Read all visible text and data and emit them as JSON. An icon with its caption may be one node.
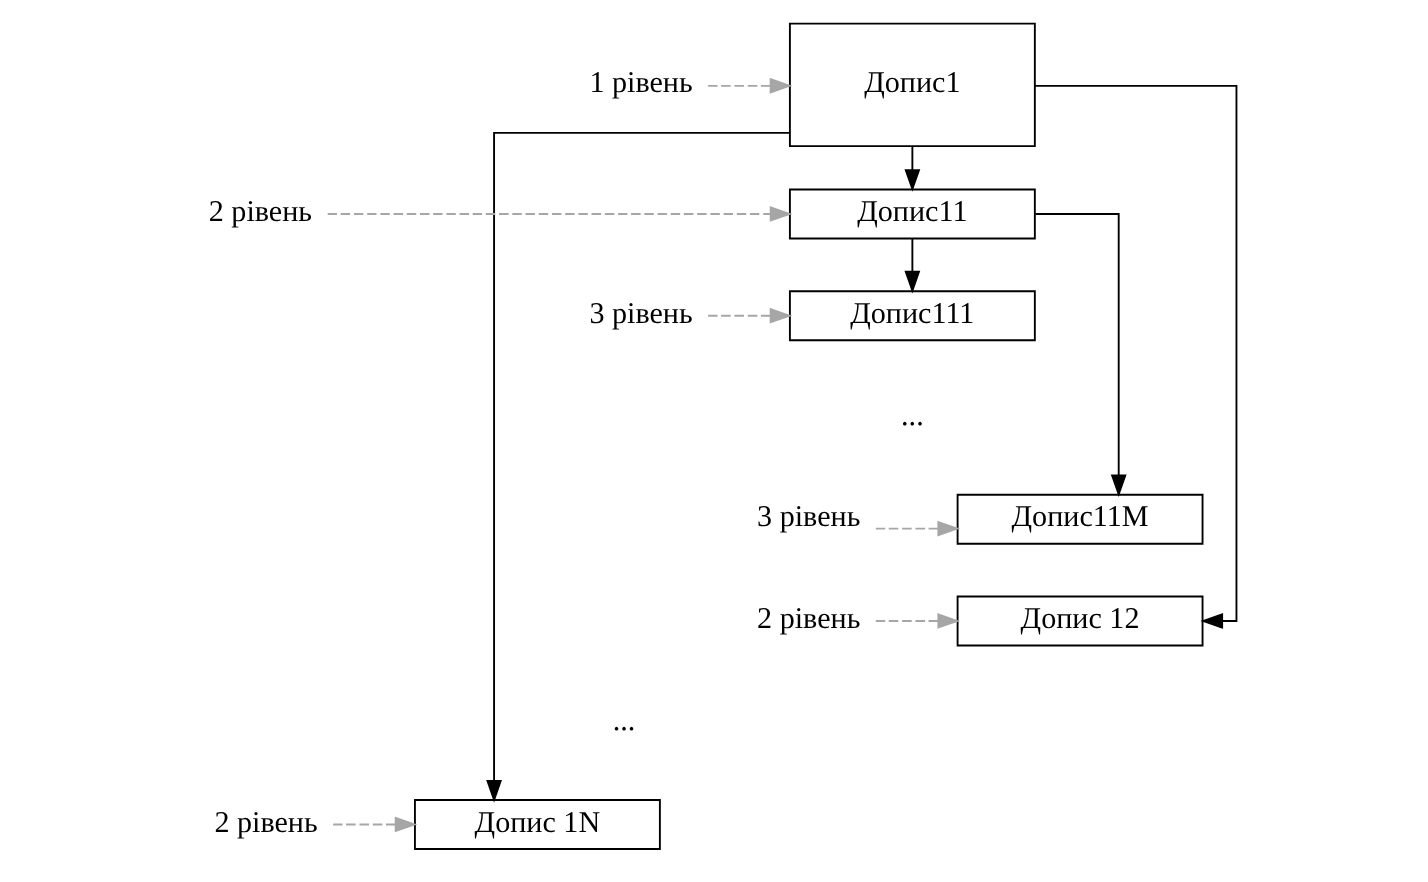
{
  "diagram": {
    "nodes": [
      {
        "text": [
          "Допис1"
        ]
      },
      {
        "text": [
          "Допис11"
        ]
      },
      {
        "text": [
          "Допис111"
        ]
      },
      {
        "text": [
          "Допис11M"
        ]
      },
      {
        "text": [
          "Допис 12"
        ]
      },
      {
        "text": [
          "Допис 1N"
        ]
      },
      {
        "text": [
          "1 рівень"
        ]
      },
      {
        "text": [
          "2 рівень"
        ]
      },
      {
        "text": [
          "3 рівень"
        ]
      },
      {
        "text": [
          "3 рівень"
        ]
      },
      {
        "text": [
          "2 рівень"
        ]
      },
      {
        "text": [
          "2 рівень"
        ]
      }
    ],
    "edges": [
      {
        "from": 0,
        "to": 1,
        "arrow": "to",
        "color": "#000000"
      },
      {
        "from": 1,
        "to": 2,
        "arrow": "to",
        "color": "#000000"
      },
      {
        "from": 1,
        "to": 3,
        "arrow": "to",
        "color": "#000000"
      },
      {
        "from": 0,
        "to": 4,
        "arrow": "to",
        "color": "#000000"
      },
      {
        "from": 0,
        "to": 5,
        "arrow": "to",
        "color": "#000000"
      },
      {
        "from": 6,
        "to": 0,
        "arrow": "to",
        "style": "dashed",
        "color": "#a6a6a6"
      },
      {
        "from": 7,
        "to": 1,
        "arrow": "to",
        "style": "dashed",
        "color": "#a6a6a6"
      },
      {
        "from": 8,
        "to": 2,
        "arrow": "to",
        "style": "dashed",
        "color": "#a6a6a6"
      },
      {
        "from": 9,
        "to": 3,
        "arrow": "to",
        "style": "dashed",
        "color": "#a6a6a6"
      },
      {
        "from": 10,
        "to": 4,
        "arrow": "to",
        "style": "dashed",
        "color": "#a6a6a6"
      },
      {
        "from": 11,
        "to": 5,
        "arrow": "to",
        "style": "dashed",
        "color": "#a6a6a6"
      }
    ],
    "labels": [
      "...",
      "..."
    ]
  }
}
